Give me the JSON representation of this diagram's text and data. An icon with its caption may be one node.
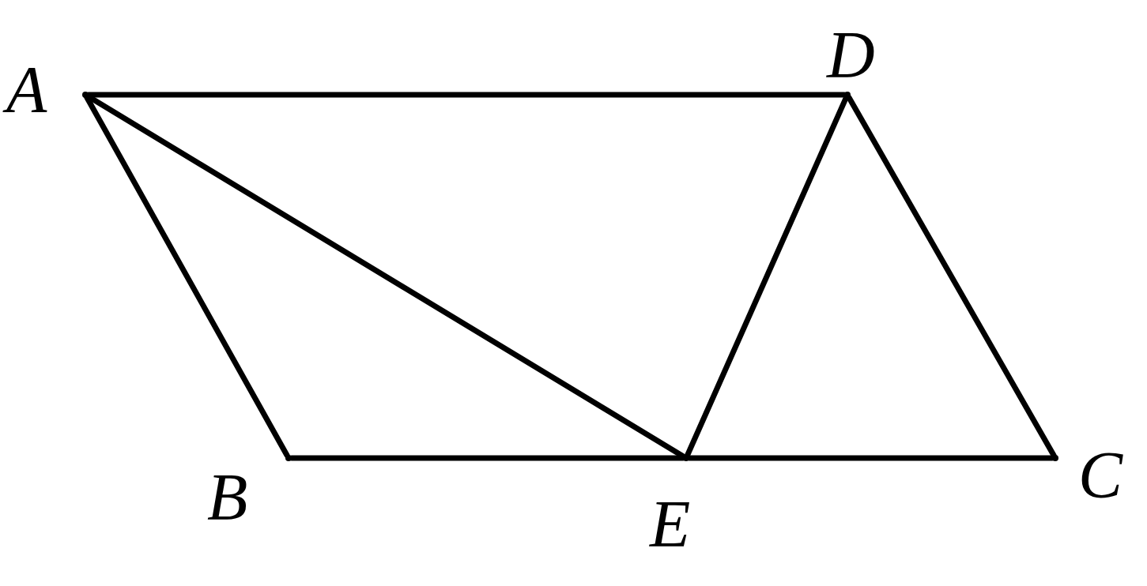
{
  "diagram": {
    "nodes": [
      {
        "text": [],
        "shape": "point",
        "beside": [
          "A"
        ]
      },
      {
        "text": [],
        "shape": "point",
        "beside": [
          "D"
        ]
      },
      {
        "text": [],
        "shape": "point",
        "beside": [
          "B"
        ]
      },
      {
        "text": [],
        "shape": "point",
        "beside": [
          "E"
        ]
      },
      {
        "text": [],
        "shape": "point",
        "beside": [
          "C"
        ]
      }
    ],
    "edges": [
      {
        "from": 0,
        "to": 1,
        "arrow": "none"
      },
      {
        "from": 0,
        "to": 2,
        "arrow": "none"
      },
      {
        "from": 2,
        "to": 3,
        "arrow": "none"
      },
      {
        "from": 3,
        "to": 4,
        "arrow": "none"
      },
      {
        "from": 1,
        "to": 4,
        "arrow": "none"
      },
      {
        "from": 0,
        "to": 3,
        "arrow": "none"
      },
      {
        "from": 3,
        "to": 1,
        "arrow": "none"
      }
    ]
  }
}
